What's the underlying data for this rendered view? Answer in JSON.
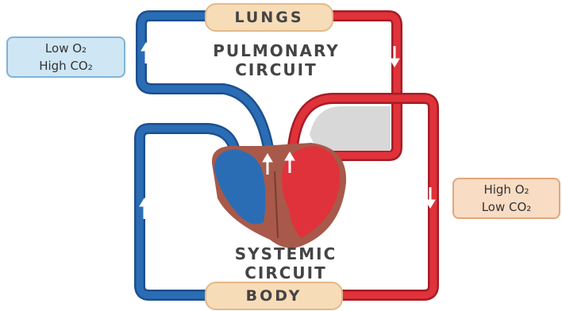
{
  "colors": {
    "deoxygenated": "#2a6db5",
    "oxygenated": "#e0323a",
    "heart_tissue": "#a8594a",
    "label_box": "#f7dcb8"
  },
  "labels": {
    "lungs": "LUNGS",
    "body": "BODY",
    "pulmonary_line1": "PULMONARY",
    "pulmonary_line2": "CIRCUIT",
    "systemic_line1": "SYSTEMIC",
    "systemic_line2": "CIRCUIT"
  },
  "gas_boxes": {
    "deoxygenated_line1": "Low O₂",
    "deoxygenated_line2": "High CO₂",
    "oxygenated_line1": "High O₂",
    "oxygenated_line2": "Low CO₂"
  },
  "icons": [
    "up-arrow-icon",
    "down-arrow-icon"
  ]
}
